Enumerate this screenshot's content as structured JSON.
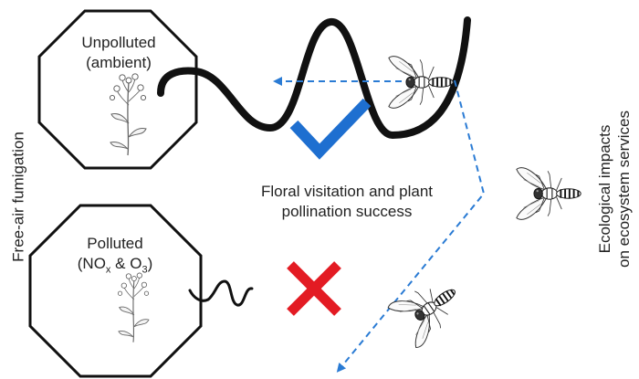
{
  "unpolluted": {
    "line1": "Unpolluted",
    "line2": "(ambient)"
  },
  "polluted": {
    "line1": "Polluted",
    "line2_prefix": "(NO",
    "line2_sub_x": "x",
    "line2_mid": " & O",
    "line2_sub_3": "3",
    "line2_suffix": ")"
  },
  "center_text": {
    "line1": "Floral visitation and plant",
    "line2": "pollination success"
  },
  "left_label": "Free-air fumigation",
  "right_label": {
    "line1": "Ecological impacts",
    "line2": "on ecosystem services"
  },
  "colors": {
    "check": "#1e6fd0",
    "cross": "#e31b23",
    "arrow": "#2a7bd4",
    "outline": "#111111"
  },
  "icons": [
    "octagon",
    "flower-icon",
    "check-icon",
    "cross-icon",
    "insect-icon",
    "dashed-arrow"
  ]
}
